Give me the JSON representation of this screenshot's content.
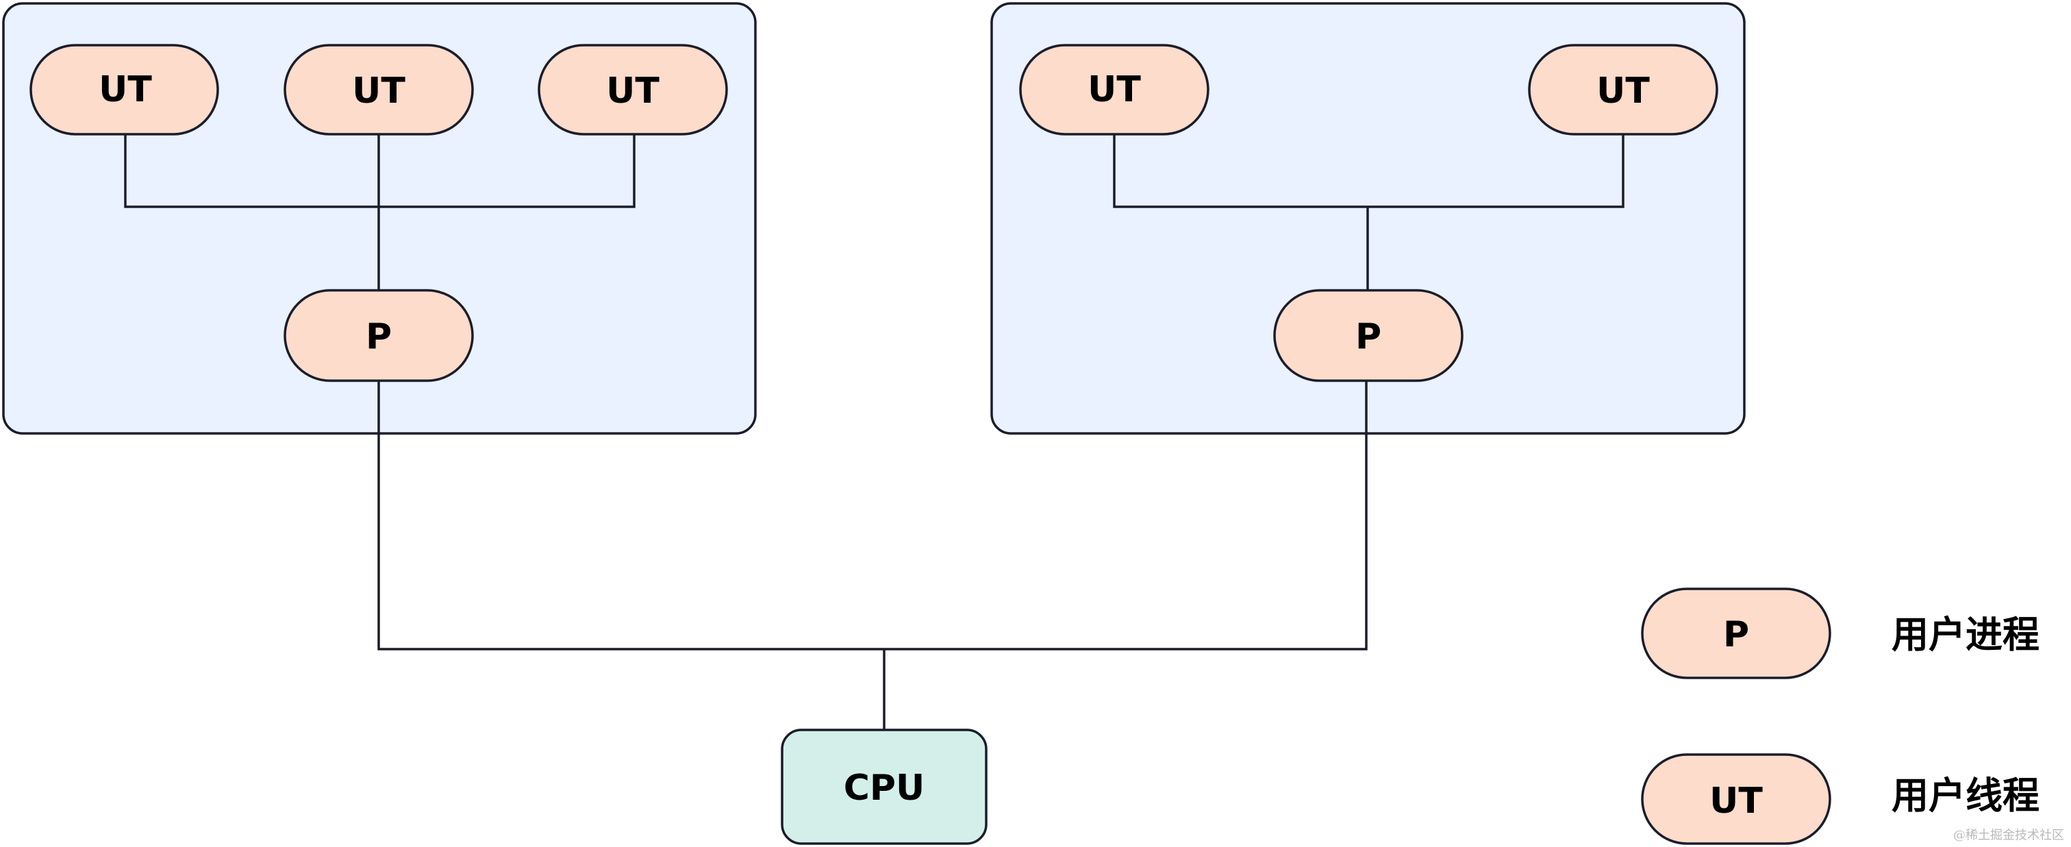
{
  "groups": {
    "left": {
      "thread_1_label": "UT",
      "thread_2_label": "UT",
      "thread_3_label": "UT",
      "process_label": "P"
    },
    "right": {
      "thread_1_label": "UT",
      "thread_2_label": "UT",
      "process_label": "P"
    }
  },
  "cpu": {
    "label": "CPU"
  },
  "legend": {
    "process": {
      "symbol_label": "P",
      "description": "用户进程"
    },
    "thread": {
      "symbol_label": "UT",
      "description": "用户线程"
    }
  },
  "watermark": "@稀土掘金技术社区",
  "colors": {
    "group_fill": "#eaf1ff",
    "node_fill": "#fddccb",
    "cpu_fill": "#d4efe9",
    "stroke": "#1b1d2b"
  }
}
